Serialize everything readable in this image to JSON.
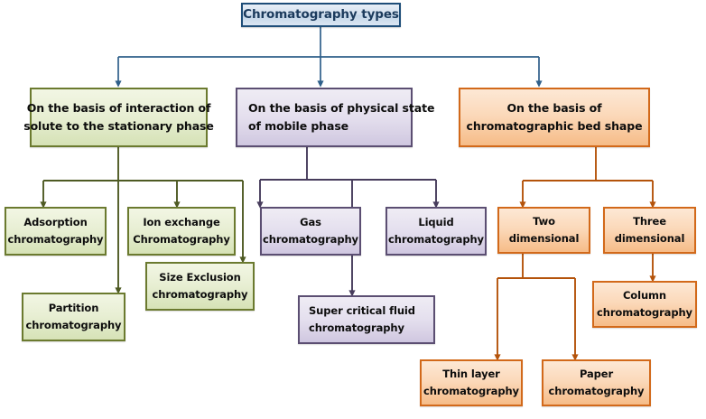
{
  "diagram": {
    "title_node": {
      "label_lines": [
        "Chromatography types"
      ],
      "color": "#1f4e79"
    },
    "colors": {
      "root_border": "#1f4e79",
      "root_connector": "#2e5f8a",
      "green_border": "#6b7a2f",
      "green_connector": "#4e5a23",
      "purple_border": "#5b4e72",
      "purple_connector": "#473c5c",
      "orange_border": "#d2691a",
      "orange_connector": "#b4530b",
      "background": "#ffffff"
    },
    "branches": [
      {
        "name": "interaction-of-solute",
        "theme": "green",
        "header_lines": [
          "On the basis of interaction of",
          "solute to the stationary phase"
        ],
        "children": [
          {
            "name": "adsorption",
            "lines": [
              "Adsorption",
              "chromatography"
            ]
          },
          {
            "name": "ion-exchange",
            "lines": [
              "Ion exchange",
              "Chromatography"
            ]
          },
          {
            "name": "size-exclusion",
            "lines": [
              "Size Exclusion",
              "chromatography"
            ]
          },
          {
            "name": "partition",
            "lines": [
              "Partition",
              "chromatography"
            ]
          }
        ]
      },
      {
        "name": "physical-state-of-mobile-phase",
        "theme": "purple",
        "header_lines": [
          "On the basis of physical state",
          "of mobile phase"
        ],
        "children": [
          {
            "name": "gas",
            "lines": [
              "Gas",
              "chromatography"
            ]
          },
          {
            "name": "liquid",
            "lines": [
              "Liquid",
              "chromatography"
            ]
          },
          {
            "name": "super-critical-fluid",
            "lines": [
              "Super critical fluid",
              "chromatography"
            ]
          }
        ]
      },
      {
        "name": "chromatographic-bed-shape",
        "theme": "orange",
        "header_lines": [
          "On the basis of",
          "chromatographic bed shape"
        ],
        "children": [
          {
            "name": "two-dimensional",
            "lines": [
              "Two",
              "dimensional"
            ]
          },
          {
            "name": "three-dimensional",
            "lines": [
              "Three",
              "dimensional"
            ]
          },
          {
            "name": "column",
            "lines": [
              "Column",
              "chromatography"
            ]
          },
          {
            "name": "thin-layer",
            "lines": [
              "Thin layer",
              "chromatography"
            ]
          },
          {
            "name": "paper",
            "lines": [
              "Paper",
              "chromatography"
            ]
          }
        ]
      }
    ]
  }
}
